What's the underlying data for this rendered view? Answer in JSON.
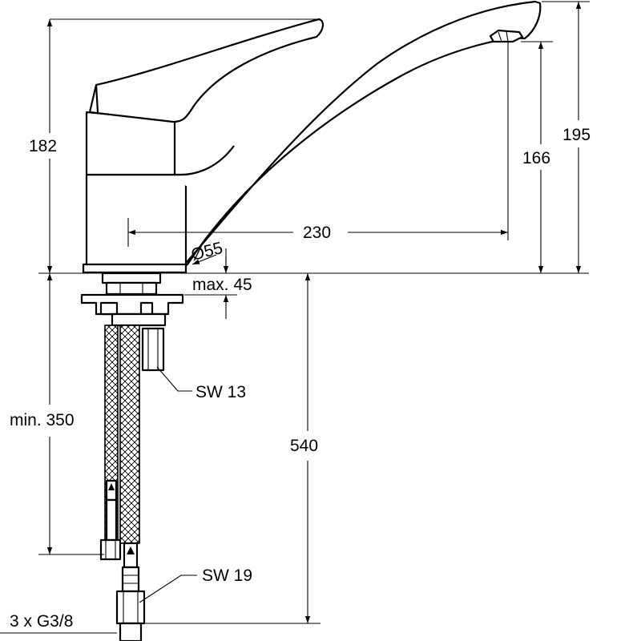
{
  "dimensions": {
    "height_body": "182",
    "height_total": "195",
    "height_outlet": "166",
    "reach": "230",
    "diameter_base": "Ø55",
    "max_thickness": "max. 45",
    "wrench_small": "SW 13",
    "min_hose": "min. 350",
    "hose_length": "540",
    "wrench_large": "SW 19",
    "connections": "3 x G3/8"
  }
}
